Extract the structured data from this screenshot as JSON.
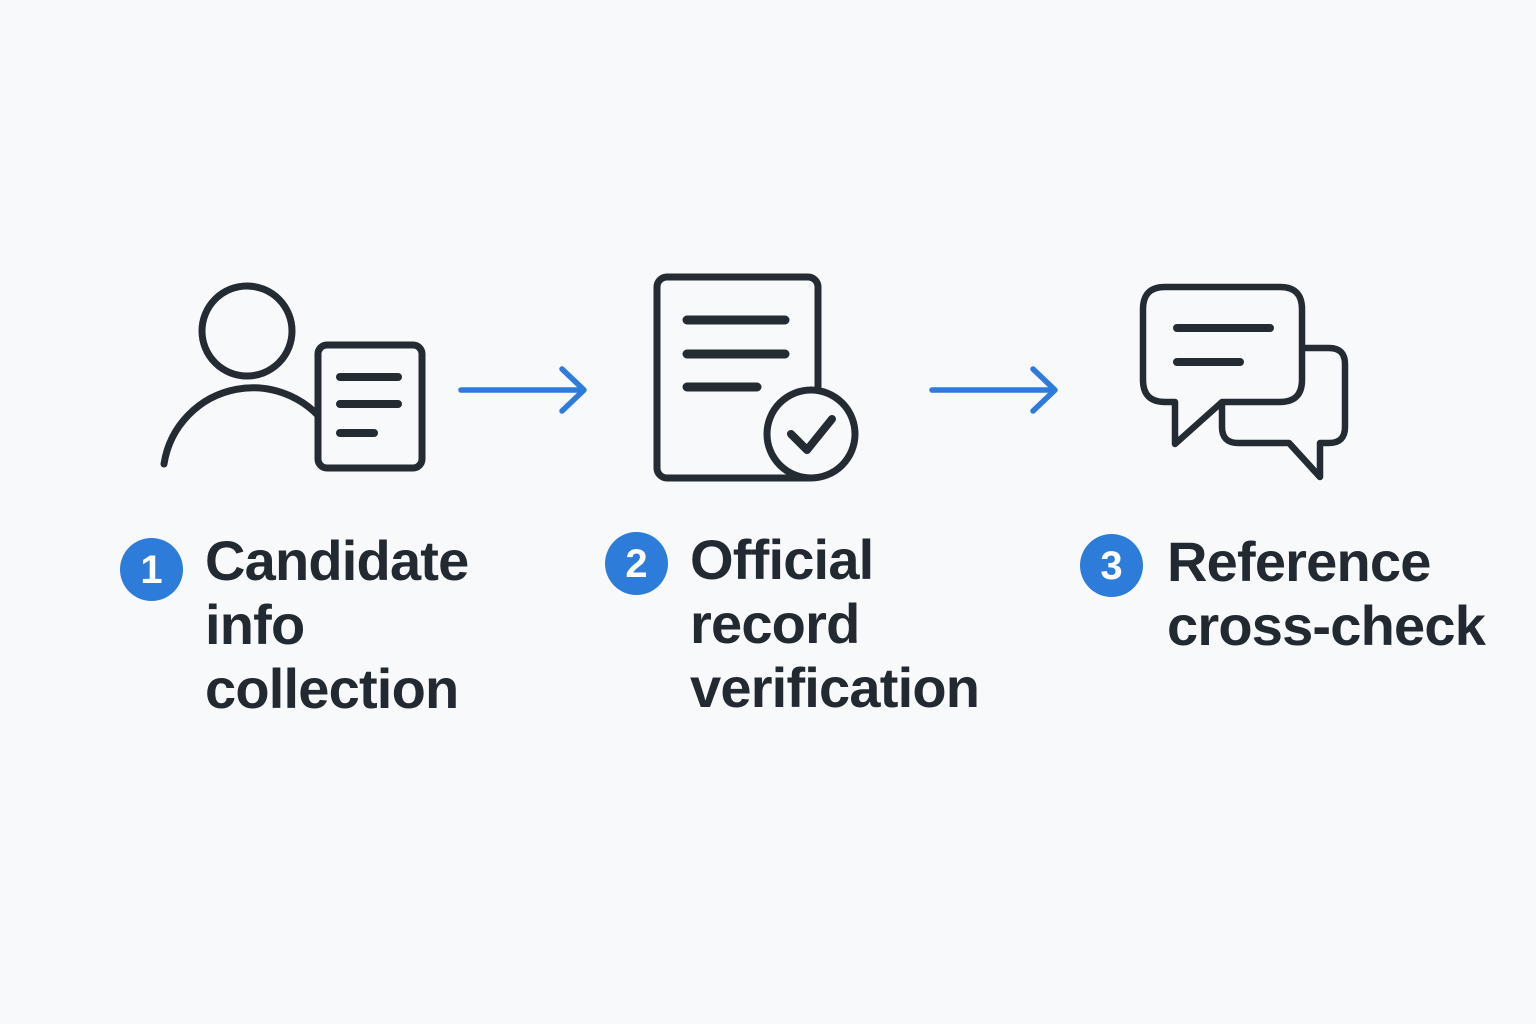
{
  "colors": {
    "bg": "#f8f9fa",
    "ink": "#252b33",
    "text": "#232930",
    "accent": "#2e7cd9",
    "arrow": "#2e7bdb",
    "badge-text": "#ffffff"
  },
  "steps": [
    {
      "number": "1",
      "label": "Candidate\ninfo\ncollection",
      "icon": "person-document-icon"
    },
    {
      "number": "2",
      "label": "Official\nrecord\nverification",
      "icon": "document-check-icon"
    },
    {
      "number": "3",
      "label": "Reference\ncross-check",
      "icon": "chat-bubbles-icon"
    }
  ],
  "connectors": [
    {
      "icon": "arrow-right-icon"
    },
    {
      "icon": "arrow-right-icon"
    }
  ]
}
